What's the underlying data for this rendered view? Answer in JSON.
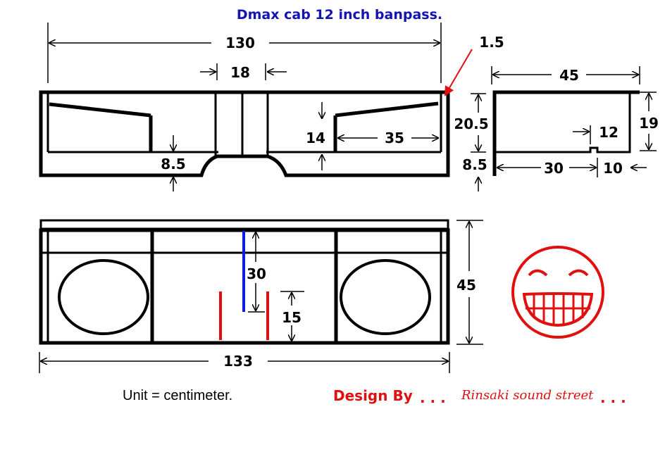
{
  "title": "Dmax cab 12 inch banpass.",
  "top_view": {
    "overall_width": "130",
    "port_width": "18",
    "wall_thickness": "1.5",
    "height": "20.5",
    "inner_height": "14",
    "chamber_width": "35",
    "base_height": "8.5",
    "side_base": "8.5"
  },
  "side_view": {
    "depth": "45",
    "height": "19",
    "step": "12",
    "part_a": "30",
    "part_b": "10"
  },
  "front_view": {
    "overall_width": "133",
    "depth": "45",
    "port_length": "30",
    "port_gap": "15"
  },
  "footer": {
    "unit": "Unit = centimeter.",
    "design_by": "Design By",
    "dots": ". . .",
    "designer": "Rinsaki sound street",
    "dots_end": ". . ."
  },
  "colors": {
    "title": "#1414b4",
    "credit": "#e01010",
    "port_blue": "#0a1ee0",
    "port_red": "#e01010"
  }
}
